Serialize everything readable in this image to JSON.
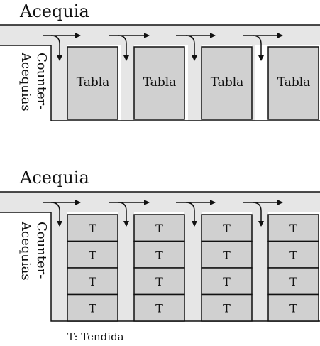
{
  "top": {
    "title": "Acequia",
    "side_label_line1": "Counter-",
    "side_label_line2": "Acequias",
    "plot_labels": [
      "Tabla",
      "Tabla",
      "Tabla",
      "Tabla"
    ]
  },
  "bottom": {
    "title": "Acequia",
    "side_label_line1": "Counter-",
    "side_label_line2": "Acequias",
    "cell_label": "T",
    "columns": 4,
    "rows_per_column": 4
  },
  "legend": "T: Tendida",
  "colors": {
    "channel_fill": "#e6e6e6",
    "plot_fill": "#d0d0d0",
    "stroke": "#111111"
  }
}
